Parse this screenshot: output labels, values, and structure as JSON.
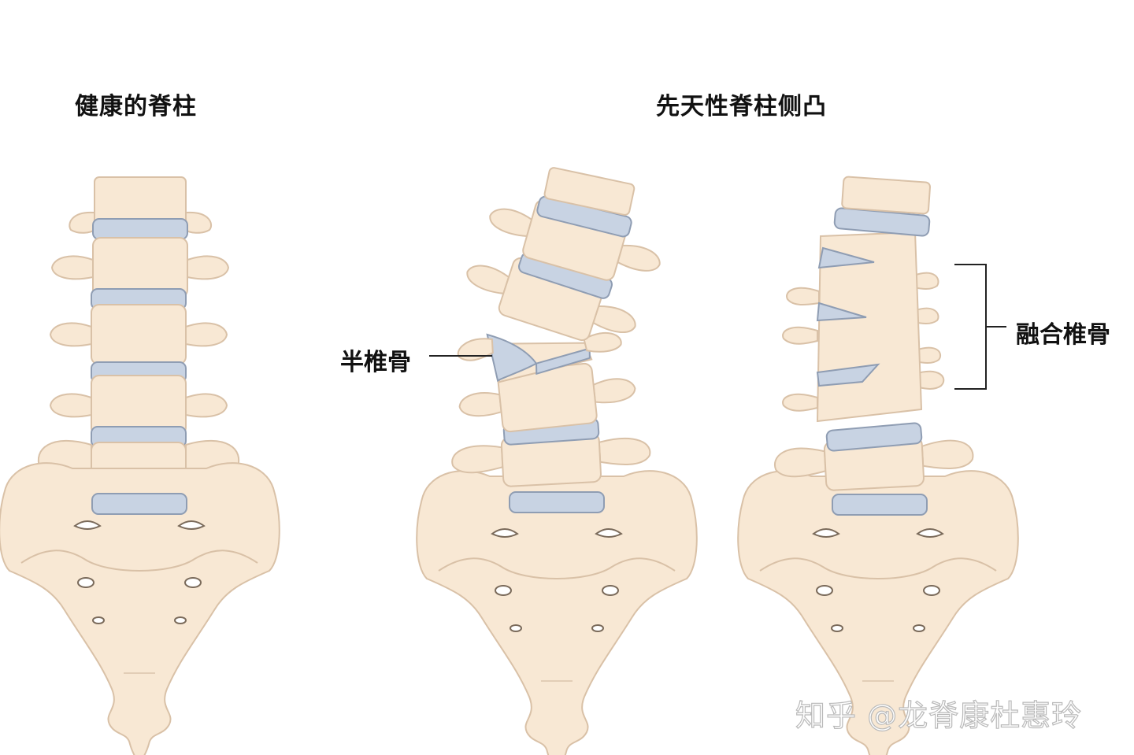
{
  "titles": {
    "healthy": "健康的脊柱",
    "congenital": "先天性脊柱侧凸"
  },
  "callouts": {
    "hemivertebra": "半椎骨",
    "fused": "融合椎骨"
  },
  "watermark": "知乎 @龙脊康杜惠玲",
  "colors": {
    "bone": "#f8e8d4",
    "bone_outline": "#d9c1a7",
    "disc": "#c8d3e3",
    "disc_outline": "#8f9db3",
    "line": "#222222"
  }
}
